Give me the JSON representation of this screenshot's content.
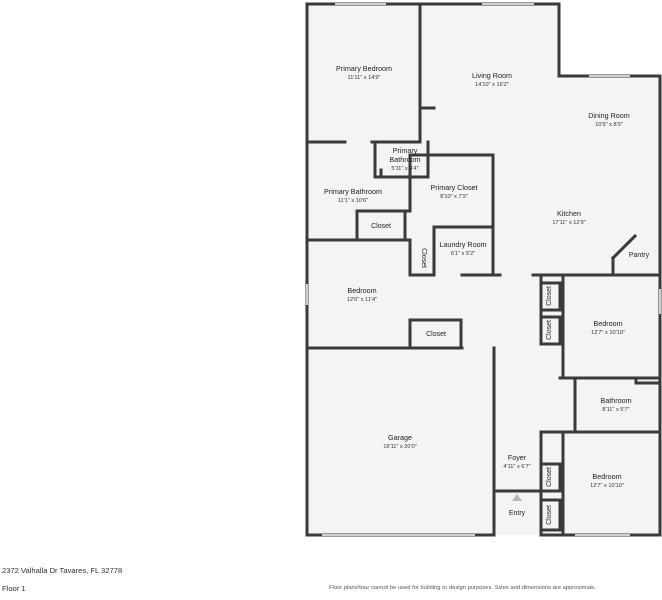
{
  "rooms": {
    "primary_bedroom": {
      "name": "Primary Bedroom",
      "dim": "11'11\" x 14'9\""
    },
    "living_room": {
      "name": "Living Room",
      "dim": "14'10\" x 16'2\""
    },
    "dining_room": {
      "name": "Dining Room",
      "dim": "10'9\" x 8'3\""
    },
    "primary_bathroom_small": {
      "name_line1": "Primary",
      "name_line2": "Bathroom",
      "dim": "5'11\" x 3'4\""
    },
    "primary_bathroom": {
      "name": "Primary Bathroom",
      "dim": "11'1\" x 10'6\""
    },
    "primary_closet": {
      "name": "Primary Closet",
      "dim": "8'10\" x 7'3\""
    },
    "kitchen": {
      "name": "Kitchen",
      "dim": "17'11\" x 12'9\""
    },
    "laundry_room": {
      "name": "Laundry Room",
      "dim": "6'1\" x 5'2\""
    },
    "bedroom_left": {
      "name": "Bedroom",
      "dim": "12'6\" x 11'4\""
    },
    "bedroom_right_upper": {
      "name": "Bedroom",
      "dim": "12'7\" x 10'10\""
    },
    "bathroom": {
      "name": "Bathroom",
      "dim": "8'11\" x 5'7\""
    },
    "garage": {
      "name": "Garage",
      "dim": "19'11\" x 20'0\""
    },
    "foyer": {
      "name": "Foyer",
      "dim": "4'11\" x 6'7\""
    },
    "bedroom_right_lower": {
      "name": "Bedroom",
      "dim": "12'7\" x 10'10\""
    }
  },
  "labels": {
    "closet": "Closet",
    "pantry": "Pantry",
    "entry": "Entry"
  },
  "footer": {
    "address": "2372 Valhalla Dr Tavares, FL 32778",
    "floor": "Floor 1",
    "disclaimer": "Floor plans/tour cannot be used for building or design purposes. Sizes and dimensions are approximate."
  },
  "colors": {
    "wall": "#3a3a3a",
    "floor_fill": "#f4f4f4",
    "window": "#cfcfcf"
  }
}
